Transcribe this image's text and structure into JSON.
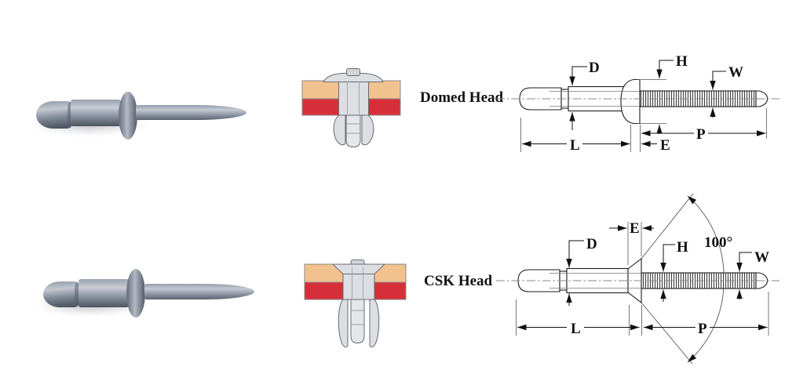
{
  "diagrams": {
    "domed": {
      "title": "Domed Head",
      "labels": {
        "D": "D",
        "H": "H",
        "W": "W",
        "L": "L",
        "E": "E",
        "P": "P"
      }
    },
    "csk": {
      "title": "CSK Head",
      "angle": "100°",
      "labels": {
        "D": "D",
        "H": "H",
        "W": "W",
        "L": "L",
        "E": "E",
        "P": "P"
      }
    }
  },
  "colors": {
    "plate_top": "#f2c28e",
    "plate_bottom": "#d62f3a",
    "drawing_line": "#1c1c1c",
    "centerline": "#8a8a8a",
    "rivet_fill": "#dcdee2",
    "rivet_outline": "#676b72",
    "photo_steel": "#8d95a2"
  }
}
